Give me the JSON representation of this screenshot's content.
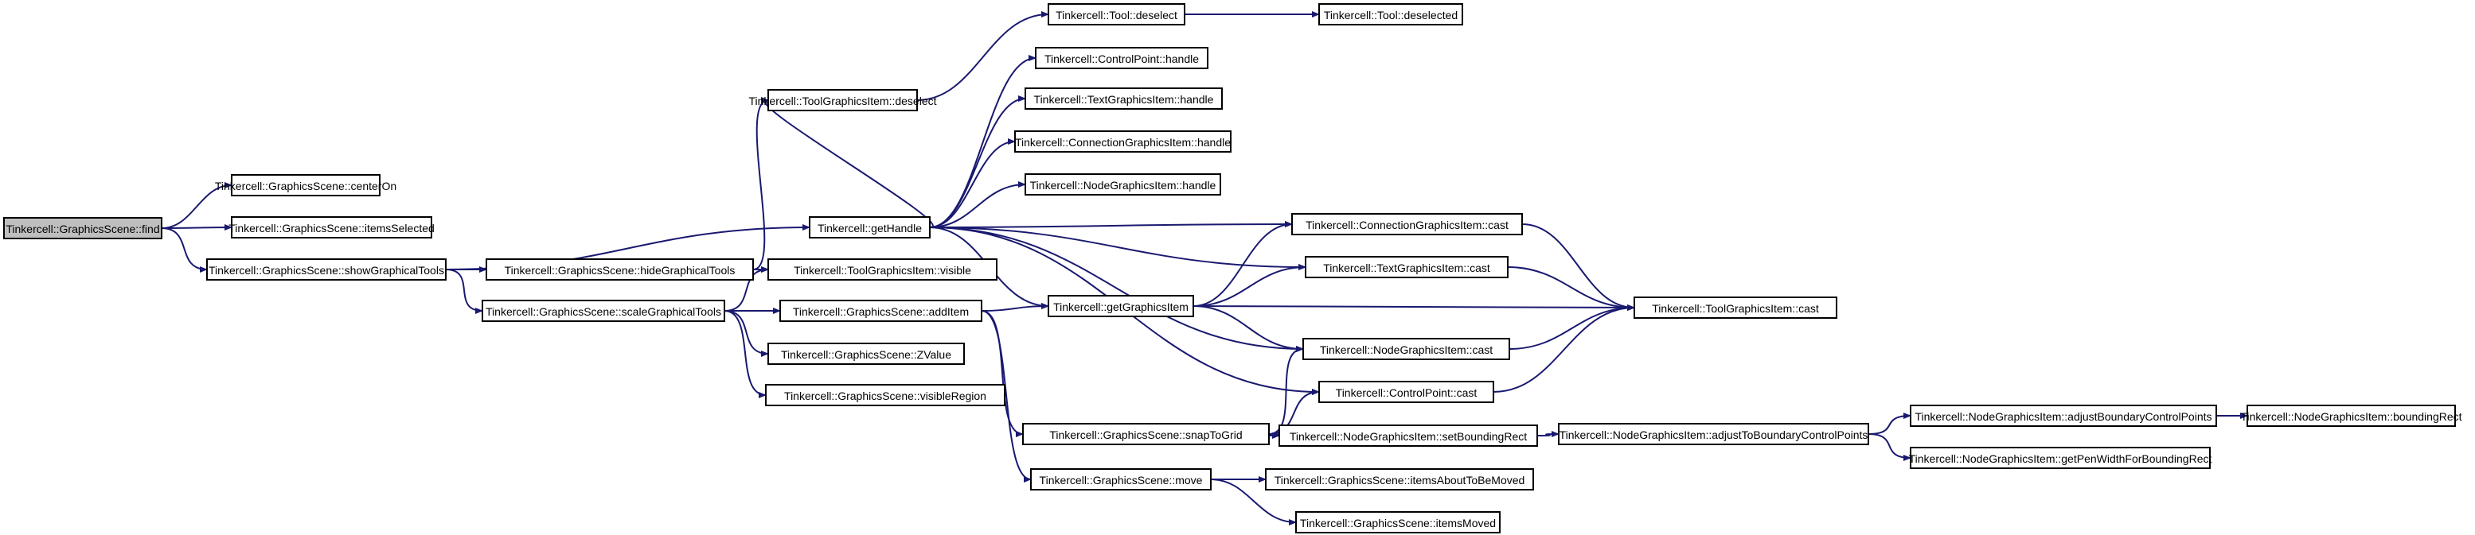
{
  "colors": {
    "edge": "#191970",
    "root_fill": "#bfbfbf",
    "node_fill": "#ffffff",
    "node_stroke": "#000000"
  },
  "nodes": [
    {
      "id": "find",
      "label": "Tinkercell::GraphicsScene::find",
      "root": true
    },
    {
      "id": "centerOn",
      "label": "Tinkercell::GraphicsScene::centerOn"
    },
    {
      "id": "itemsSelected",
      "label": "Tinkercell::GraphicsScene::itemsSelected"
    },
    {
      "id": "showGraphicalTools",
      "label": "Tinkercell::GraphicsScene::showGraphicalTools"
    },
    {
      "id": "toolGIDeselect",
      "label": "Tinkercell::ToolGraphicsItem::deselect"
    },
    {
      "id": "getHandle",
      "label": "Tinkercell::getHandle"
    },
    {
      "id": "hideGraphicalTools",
      "label": "Tinkercell::GraphicsScene::hideGraphicalTools"
    },
    {
      "id": "toolGIVisible",
      "label": "Tinkercell::ToolGraphicsItem::visible"
    },
    {
      "id": "scaleGraphicalTools",
      "label": "Tinkercell::GraphicsScene::scaleGraphicalTools"
    },
    {
      "id": "addItem",
      "label": "Tinkercell::GraphicsScene::addItem"
    },
    {
      "id": "zValue",
      "label": "Tinkercell::GraphicsScene::ZValue"
    },
    {
      "id": "visibleRegion",
      "label": "Tinkercell::GraphicsScene::visibleRegion"
    },
    {
      "id": "toolDeselect",
      "label": "Tinkercell::Tool::deselect"
    },
    {
      "id": "toolDeselected",
      "label": "Tinkercell::Tool::deselected"
    },
    {
      "id": "cpHandle",
      "label": "Tinkercell::ControlPoint::handle"
    },
    {
      "id": "textHandle",
      "label": "Tinkercell::TextGraphicsItem::handle"
    },
    {
      "id": "connHandle",
      "label": "Tinkercell::ConnectionGraphicsItem::handle"
    },
    {
      "id": "nodeHandle",
      "label": "Tinkercell::NodeGraphicsItem::handle"
    },
    {
      "id": "connCast",
      "label": "Tinkercell::ConnectionGraphicsItem::cast"
    },
    {
      "id": "textCast",
      "label": "Tinkercell::TextGraphicsItem::cast"
    },
    {
      "id": "getGraphicsItem",
      "label": "Tinkercell::getGraphicsItem"
    },
    {
      "id": "toolGICast",
      "label": "Tinkercell::ToolGraphicsItem::cast"
    },
    {
      "id": "nodeCast",
      "label": "Tinkercell::NodeGraphicsItem::cast"
    },
    {
      "id": "cpCast",
      "label": "Tinkercell::ControlPoint::cast"
    },
    {
      "id": "snapToGrid",
      "label": "Tinkercell::GraphicsScene::snapToGrid"
    },
    {
      "id": "setBoundingRect",
      "label": "Tinkercell::NodeGraphicsItem::setBoundingRect"
    },
    {
      "id": "adjustToBCP",
      "label": "Tinkercell::NodeGraphicsItem::adjustToBoundaryControlPoints"
    },
    {
      "id": "adjustBCP",
      "label": "Tinkercell::NodeGraphicsItem::adjustBoundaryControlPoints"
    },
    {
      "id": "boundingRect",
      "label": "Tinkercell::NodeGraphicsItem::boundingRect"
    },
    {
      "id": "getPenWidth",
      "label": "Tinkercell::NodeGraphicsItem::getPenWidthForBoundingRect"
    },
    {
      "id": "move",
      "label": "Tinkercell::GraphicsScene::move"
    },
    {
      "id": "itemsAboutToBeMoved",
      "label": "Tinkercell::GraphicsScene::itemsAboutToBeMoved"
    },
    {
      "id": "itemsMoved",
      "label": "Tinkercell::GraphicsScene::itemsMoved"
    }
  ],
  "edges": [
    [
      "find",
      "centerOn"
    ],
    [
      "find",
      "itemsSelected"
    ],
    [
      "find",
      "showGraphicalTools"
    ],
    [
      "showGraphicalTools",
      "getHandle"
    ],
    [
      "showGraphicalTools",
      "hideGraphicalTools"
    ],
    [
      "showGraphicalTools",
      "scaleGraphicalTools"
    ],
    [
      "hideGraphicalTools",
      "toolGIDeselect"
    ],
    [
      "hideGraphicalTools",
      "toolGIVisible"
    ],
    [
      "scaleGraphicalTools",
      "toolGIVisible"
    ],
    [
      "scaleGraphicalTools",
      "addItem"
    ],
    [
      "scaleGraphicalTools",
      "zValue"
    ],
    [
      "scaleGraphicalTools",
      "visibleRegion"
    ],
    [
      "toolGIDeselect",
      "toolDeselect"
    ],
    [
      "toolDeselect",
      "toolDeselected"
    ],
    [
      "getHandle",
      "toolGIDeselect"
    ],
    [
      "getHandle",
      "cpHandle"
    ],
    [
      "getHandle",
      "textHandle"
    ],
    [
      "getHandle",
      "connHandle"
    ],
    [
      "getHandle",
      "nodeHandle"
    ],
    [
      "getHandle",
      "connCast"
    ],
    [
      "getHandle",
      "textCast"
    ],
    [
      "getHandle",
      "getGraphicsItem"
    ],
    [
      "getHandle",
      "nodeCast"
    ],
    [
      "getHandle",
      "cpCast"
    ],
    [
      "addItem",
      "getGraphicsItem"
    ],
    [
      "addItem",
      "snapToGrid"
    ],
    [
      "addItem",
      "move"
    ],
    [
      "getGraphicsItem",
      "connCast"
    ],
    [
      "getGraphicsItem",
      "textCast"
    ],
    [
      "getGraphicsItem",
      "toolGICast"
    ],
    [
      "getGraphicsItem",
      "nodeCast"
    ],
    [
      "connCast",
      "toolGICast"
    ],
    [
      "textCast",
      "toolGICast"
    ],
    [
      "nodeCast",
      "toolGICast"
    ],
    [
      "cpCast",
      "toolGICast"
    ],
    [
      "snapToGrid",
      "nodeCast"
    ],
    [
      "snapToGrid",
      "cpCast"
    ],
    [
      "snapToGrid",
      "setBoundingRect"
    ],
    [
      "setBoundingRect",
      "adjustToBCP"
    ],
    [
      "adjustToBCP",
      "adjustBCP"
    ],
    [
      "adjustToBCP",
      "getPenWidth"
    ],
    [
      "adjustBCP",
      "boundingRect"
    ],
    [
      "move",
      "itemsAboutToBeMoved"
    ],
    [
      "move",
      "itemsMoved"
    ]
  ]
}
